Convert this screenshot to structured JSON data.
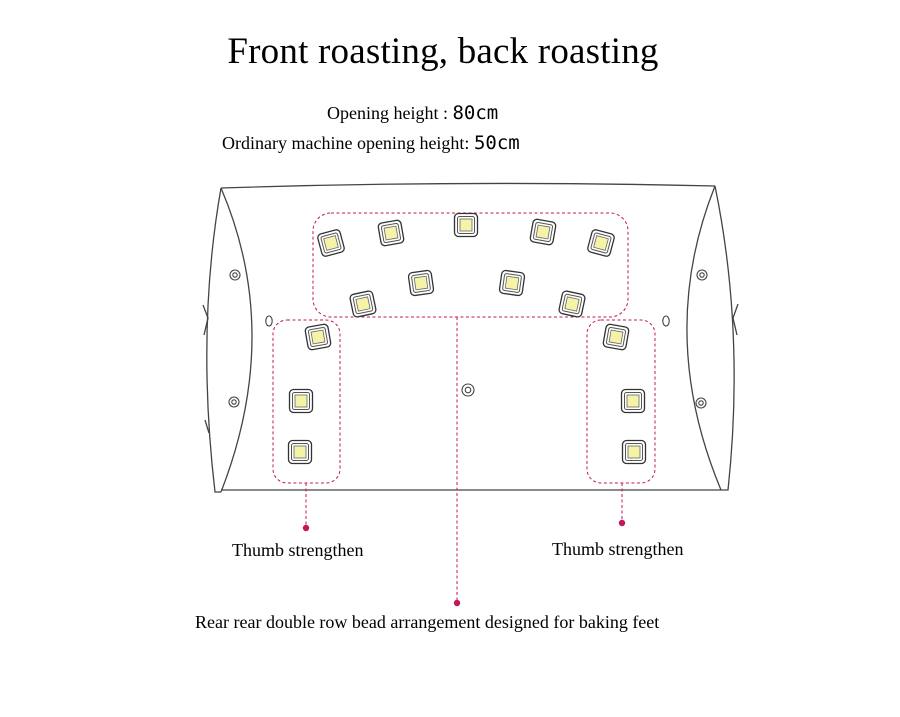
{
  "title": "Front roasting, back roasting",
  "specs": {
    "opening_label": "Opening height :",
    "opening_value": "80cm",
    "ordinary_label": "Ordinary machine opening height:",
    "ordinary_value": "50cm"
  },
  "callouts": {
    "left": "Thumb strengthen",
    "right": "Thumb strengthen",
    "bottom": "Rear rear double row bead arrangement designed for baking feet"
  },
  "colors": {
    "line": "#444444",
    "callout": "#c2185b",
    "bead": "#f4f3a8"
  }
}
